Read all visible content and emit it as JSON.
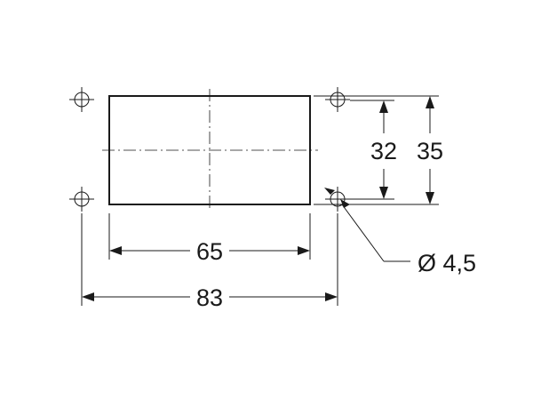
{
  "dimensions": {
    "width_inner": "65",
    "width_outer": "83",
    "height_inner": "32",
    "height_outer": "35",
    "hole_diameter": "Ø 4,5"
  }
}
